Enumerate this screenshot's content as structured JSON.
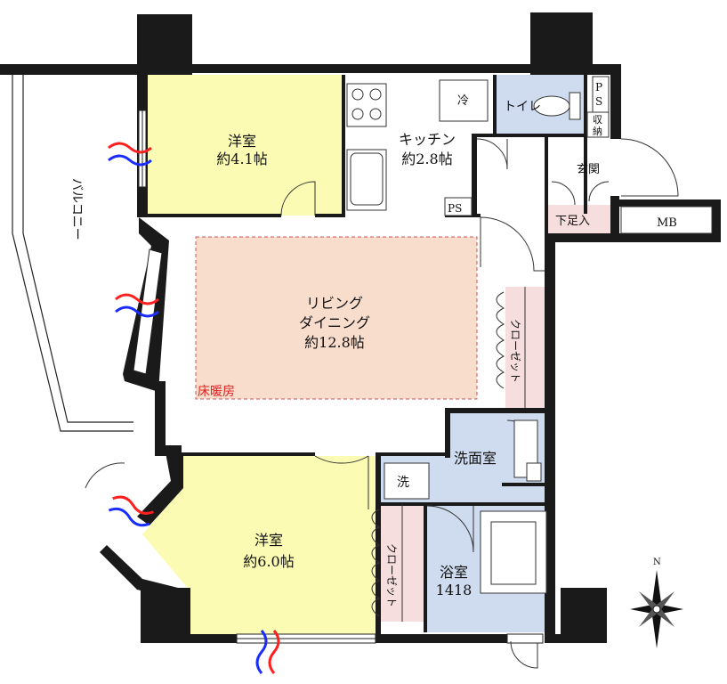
{
  "rooms": {
    "western1": {
      "name": "洋室",
      "size": "約4.1帖"
    },
    "kitchen": {
      "name": "キッチン",
      "size": "約2.8帖"
    },
    "living": {
      "line1": "リビング",
      "line2": "ダイニング",
      "size": "約12.8帖"
    },
    "floor_heating": "床暖房",
    "western2": {
      "name": "洋室",
      "size": "約6.0帖"
    },
    "washroom": "洗面室",
    "washer": "洗",
    "bath": {
      "name": "浴室",
      "size": "1418"
    },
    "toilet": "トイレ",
    "entrance": "玄関",
    "shoe_box": "下足入",
    "mb": "MB",
    "ps_top_1": "P",
    "ps_top_2": "S",
    "storage_1": "収",
    "storage_2": "納",
    "ps_kitchen": "PS",
    "fridge": "冷",
    "balcony": "バルコニー",
    "closet": "クローゼット"
  },
  "compass": {
    "north": "N"
  },
  "colors": {
    "wall": "#1a1a1a",
    "western_room": "#fbfbb4",
    "living_floor_heat": "#f8dccc",
    "wet_area": "#cfdcf0",
    "toilet": "#cfdcf0",
    "shoe_box": "#f6dede",
    "closet": "#f6dede",
    "floor_heating_text": "#e02020",
    "airflow_red": "#ff1f1f",
    "airflow_blue": "#1a2cff"
  }
}
